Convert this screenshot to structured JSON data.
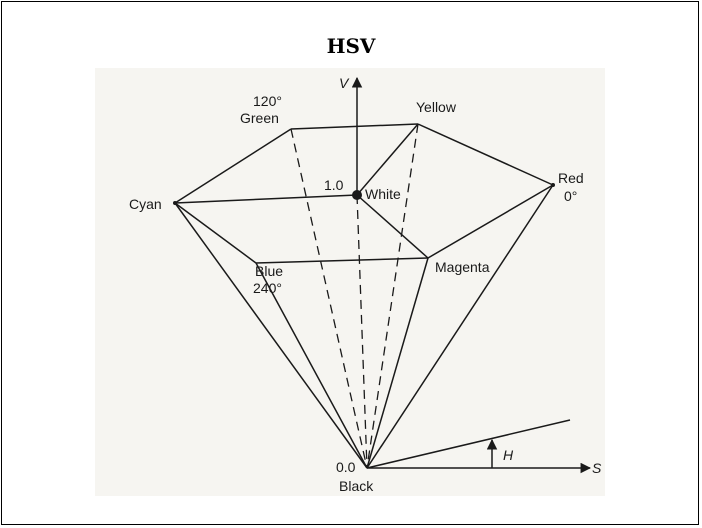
{
  "title": "HSV",
  "labels": {
    "v_axis": "V",
    "s_axis": "S",
    "h_angle": "H",
    "green_deg": "120°",
    "green": "Green",
    "yellow": "Yellow",
    "cyan": "Cyan",
    "red": "Red",
    "red_deg": "0°",
    "white_value": "1.0",
    "white": "White",
    "blue": "Blue",
    "blue_deg": "240°",
    "magenta": "Magenta",
    "black_value": "0.0",
    "black": "Black"
  },
  "colors": {
    "line": "#1a1a1a",
    "figure_background": "#f6f5f1"
  }
}
